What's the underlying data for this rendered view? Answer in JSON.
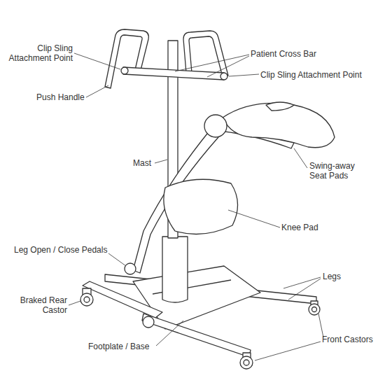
{
  "diagram": {
    "labels": [
      "Clip Sling Attachment Point",
      "Patient Cross Bar",
      "Clip Sling Attachment Point",
      "Push Handle",
      "Mast",
      "Swing-away Seat Pads",
      "Knee Pad",
      "Leg Open / Close Pedals",
      "Legs",
      "Braked Rear Castor",
      "Footplate / Base",
      "Front Castors"
    ]
  }
}
